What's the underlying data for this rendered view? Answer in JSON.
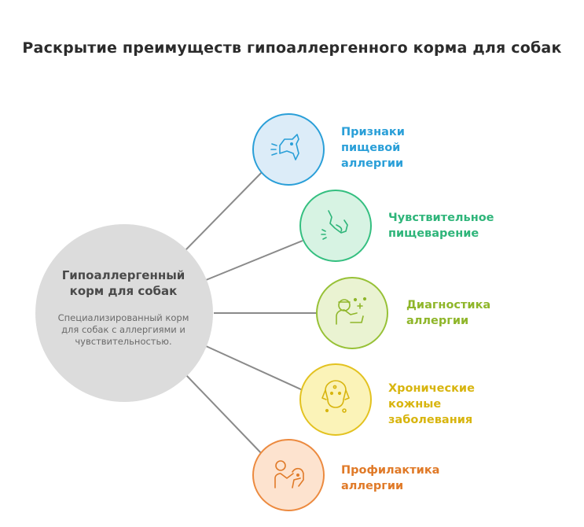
{
  "title": "Раскрытие преимуществ гипоаллергенного корма для собак",
  "center": {
    "title": "Гипоаллергенный корм для собак",
    "description": "Специализированный корм для собак с аллергиями и чувствительностью."
  },
  "branches": [
    {
      "label": "Признаки пищевой аллергии",
      "color": "#2a9fd8",
      "fill": "#dcecf8",
      "stroke": "#2a9fd8",
      "icon": "dog-sniffing-icon"
    },
    {
      "label": "Чувствительное пищеварение",
      "color": "#2fb57a",
      "fill": "#d7f3e3",
      "stroke": "#34bf80",
      "icon": "dog-stomach-icon"
    },
    {
      "label": "Диагностика аллергии",
      "color": "#8fb62a",
      "fill": "#eaf3d2",
      "stroke": "#97c136",
      "icon": "vet-diagnosis-icon"
    },
    {
      "label": "Хронические кожные заболевания",
      "color": "#d8b50f",
      "fill": "#fbf3b8",
      "stroke": "#e3c220",
      "icon": "dog-skin-icon"
    },
    {
      "label": "Профилактика аллергии",
      "color": "#e07a28",
      "fill": "#fde3cf",
      "stroke": "#ec8a3f",
      "icon": "person-with-dog-icon"
    }
  ]
}
